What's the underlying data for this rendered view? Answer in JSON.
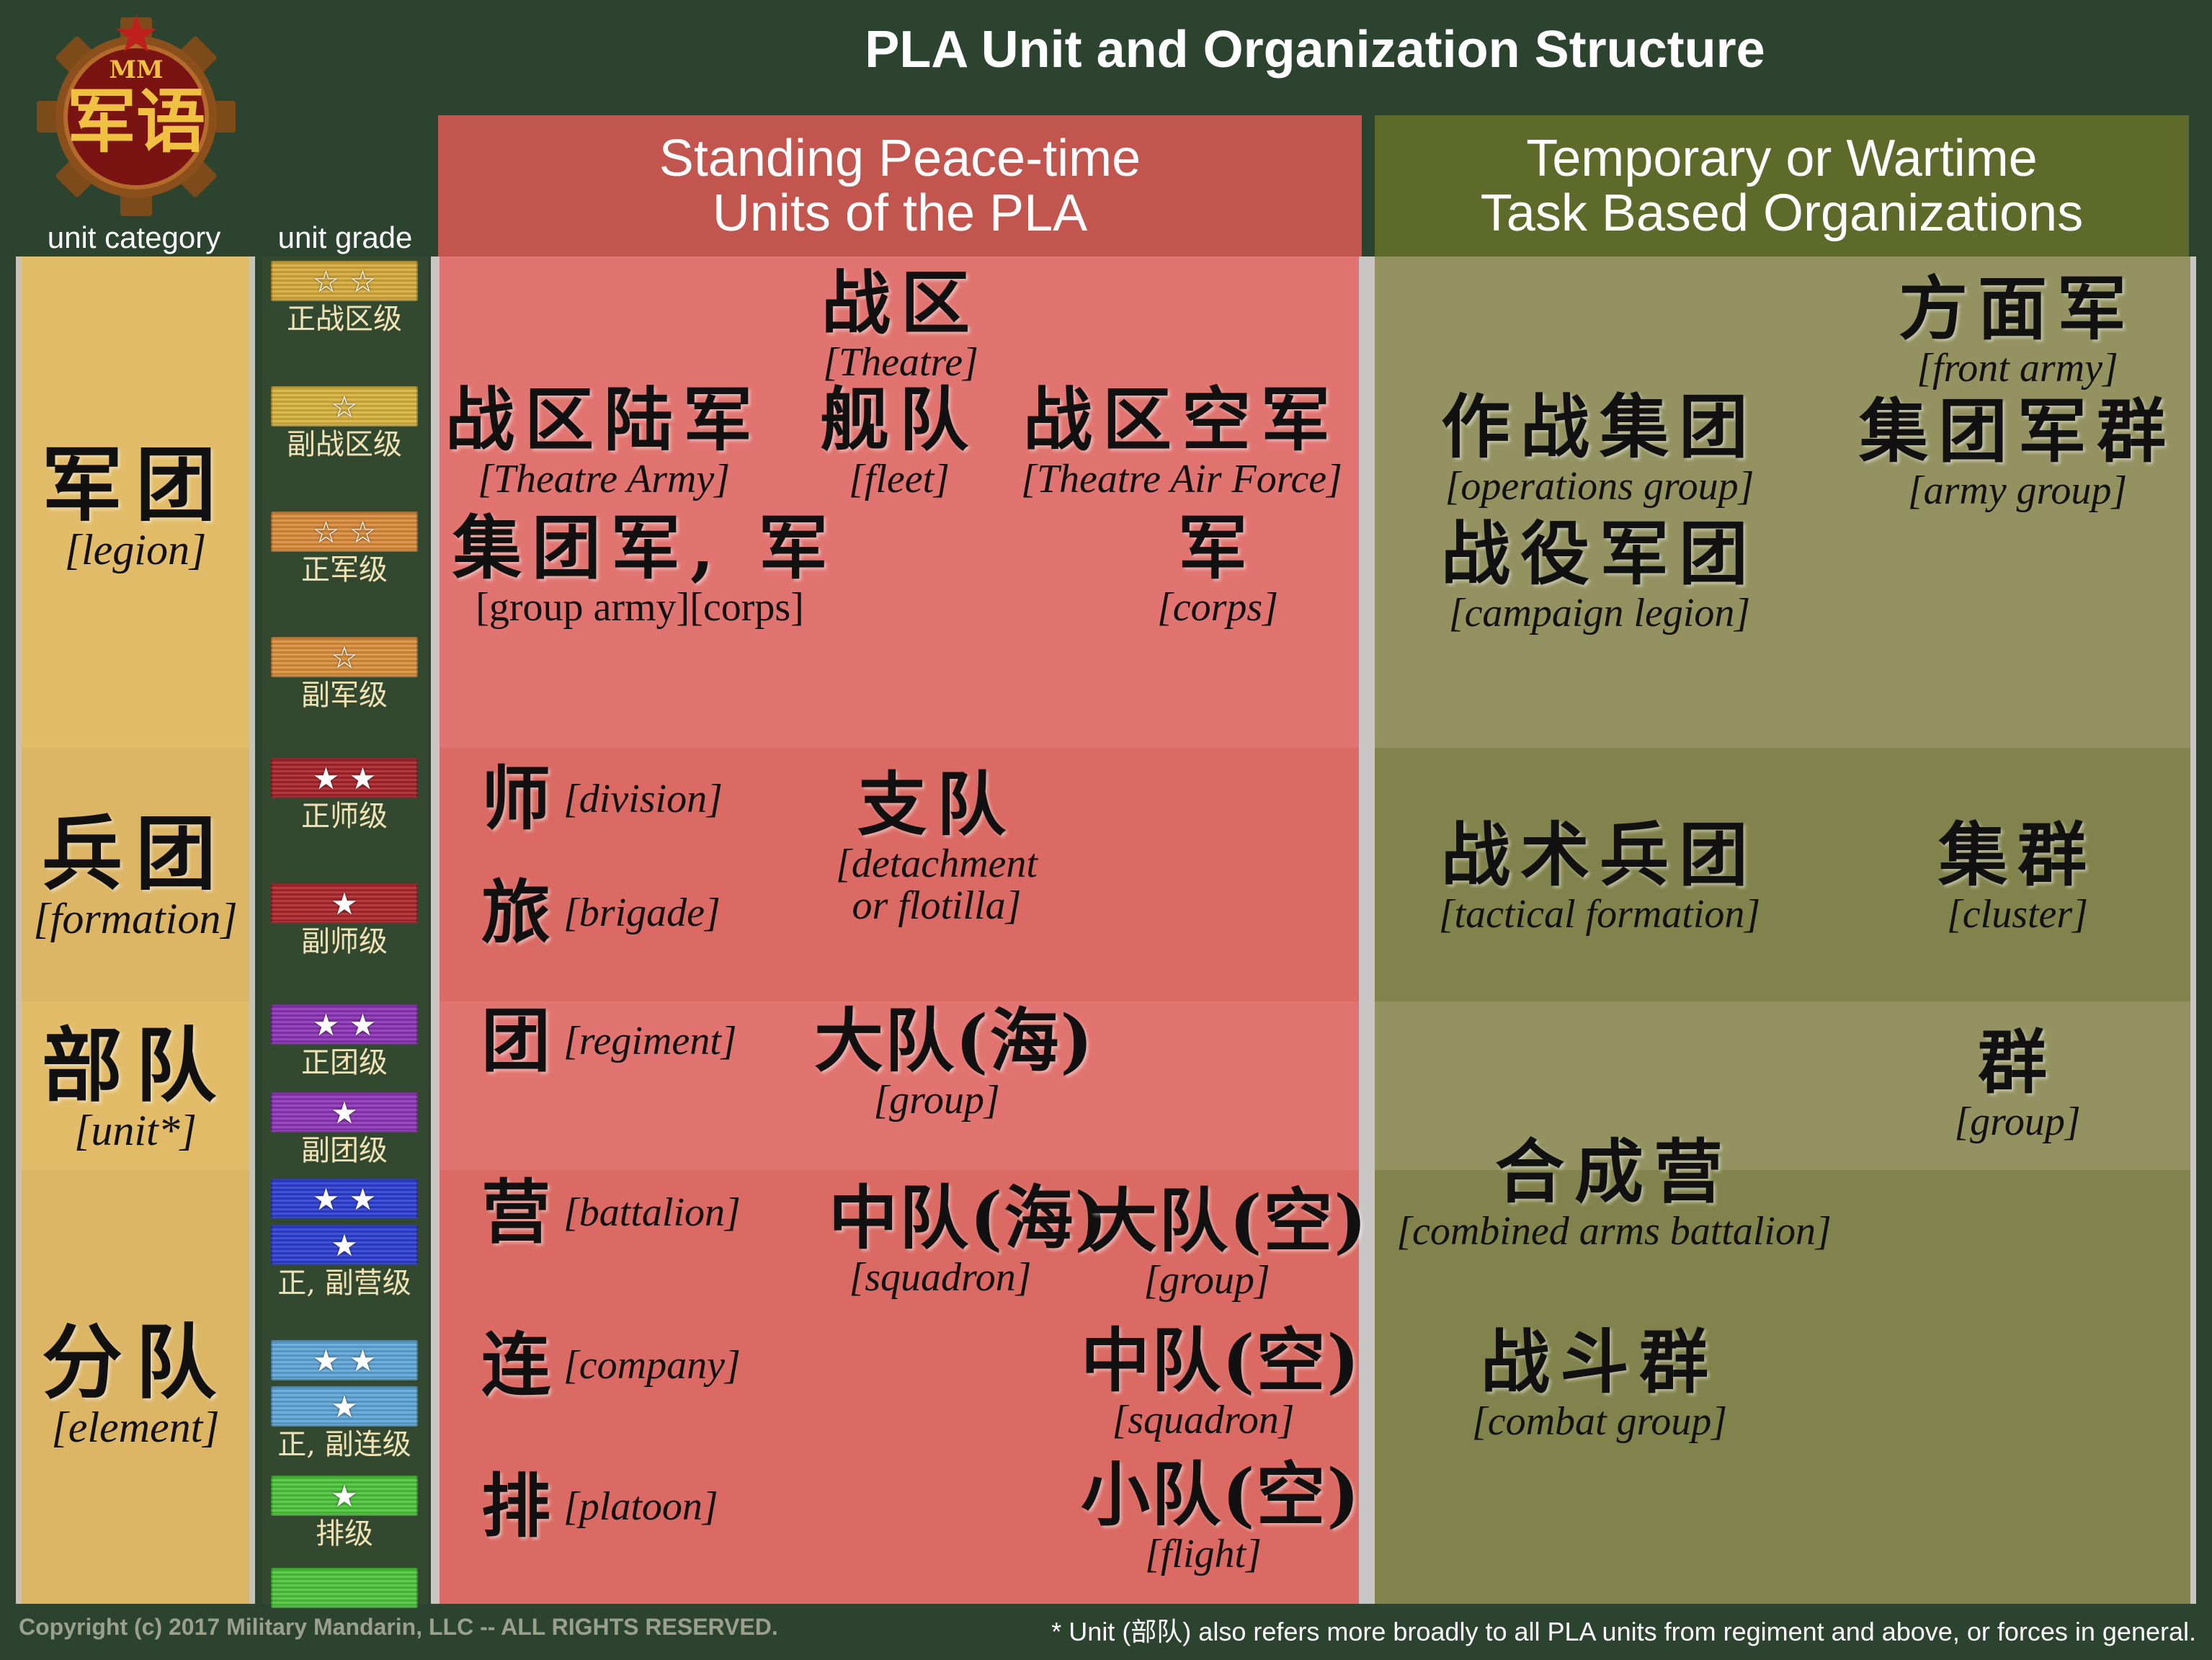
{
  "header": {
    "title": "PLA Unit and Organization Structure",
    "logo_text_top": "MM",
    "logo_text_main": "军语",
    "unit_category_label": "unit category",
    "unit_grade_label": "unit grade"
  },
  "panels": {
    "standing": {
      "line1": "Standing Peace-time",
      "line2": "Units of the PLA"
    },
    "temporary": {
      "line1": "Temporary or Wartime",
      "line2": "Task Based Organizations"
    }
  },
  "categories": [
    {
      "zh": "军团",
      "en": "[legion]"
    },
    {
      "zh": "兵团",
      "en": "[formation]"
    },
    {
      "zh": "部队",
      "en": "[unit*]"
    },
    {
      "zh": "分队",
      "en": "[element]"
    }
  ],
  "grades": [
    {
      "label": "正战区级",
      "color": "#d6aa3a",
      "stars": "☆ ☆"
    },
    {
      "label": "副战区级",
      "color": "#d8b23e",
      "stars": "☆"
    },
    {
      "label": "正军级",
      "color": "#d98b3a",
      "stars": "☆ ☆"
    },
    {
      "label": "副军级",
      "color": "#d98f3c",
      "stars": "☆"
    },
    {
      "label": "正师级",
      "color": "#a8242a",
      "stars": "★ ★"
    },
    {
      "label": "副师级",
      "color": "#ad272c",
      "stars": "★"
    },
    {
      "label": "正团级",
      "color": "#8b33b5",
      "stars": "★ ★"
    },
    {
      "label": "副团级",
      "color": "#8d35b8",
      "stars": "★"
    },
    {
      "label": "正, 副营级",
      "color": "#2d3fd4",
      "stars_1": "★ ★",
      "stars_2": "★"
    },
    {
      "label": "正, 副连级",
      "color": "#5fa6d8",
      "stars_1": "★ ★",
      "stars_2": "★"
    },
    {
      "label": "排级",
      "color": "#4cc43a",
      "stars": "★"
    }
  ],
  "standing_units": {
    "theatre": {
      "zh": "战区",
      "en": "[Theatre]"
    },
    "theatre_army": {
      "zh": "战区陆军",
      "en": "[Theatre Army]"
    },
    "fleet": {
      "zh": "舰队",
      "en": "[fleet]"
    },
    "theatre_air_force": {
      "zh": "战区空军",
      "en": "[Theatre Air Force]"
    },
    "group_army": {
      "zh": "集团军, 军",
      "en": "[group army][corps]"
    },
    "corps": {
      "zh": "军",
      "en": "[corps]"
    },
    "division": {
      "zh": "师",
      "en": "[division]"
    },
    "brigade": {
      "zh": "旅",
      "en": "[brigade]"
    },
    "detachment": {
      "zh": "支队",
      "en1": "[detachment",
      "en2": "or flotilla]"
    },
    "regiment": {
      "zh": "团",
      "en": "[regiment]"
    },
    "naval_group": {
      "zh": "大队(海)",
      "en": "[group]"
    },
    "battalion": {
      "zh": "营",
      "en": "[battalion]"
    },
    "naval_squadron": {
      "zh": "中队(海)",
      "en": "[squadron]"
    },
    "air_group": {
      "zh": "大队(空)",
      "en": "[group]"
    },
    "company": {
      "zh": "连",
      "en": "[company]"
    },
    "air_squadron": {
      "zh": "中队(空)",
      "en": "[squadron]"
    },
    "platoon": {
      "zh": "排",
      "en": "[platoon]"
    },
    "air_flight": {
      "zh": "小队(空)",
      "en": "[flight]"
    }
  },
  "temporary_units": {
    "front_army": {
      "zh": "方面军",
      "en": "[front army]"
    },
    "operations_group": {
      "zh": "作战集团",
      "en": "[operations group]"
    },
    "army_group": {
      "zh": "集团军群",
      "en": "[army group]"
    },
    "campaign_legion": {
      "zh": "战役军团",
      "en": "[campaign legion]"
    },
    "tactical_formation": {
      "zh": "战术兵团",
      "en": "[tactical formation]"
    },
    "cluster": {
      "zh": "集群",
      "en": "[cluster]"
    },
    "group": {
      "zh": "群",
      "en": "[group]"
    },
    "combined_arms_battalion": {
      "zh": "合成营",
      "en": "[combined arms battalion]"
    },
    "combat_group": {
      "zh": "战斗群",
      "en": "[combat group]"
    }
  },
  "footer": {
    "copyright": "Copyright (c) 2017 Military Mandarin, LLC -- ALL RIGHTS RESERVED.",
    "footnote": "* Unit (部队) also refers more broadly to all PLA units from regiment and above, or forces in general."
  }
}
